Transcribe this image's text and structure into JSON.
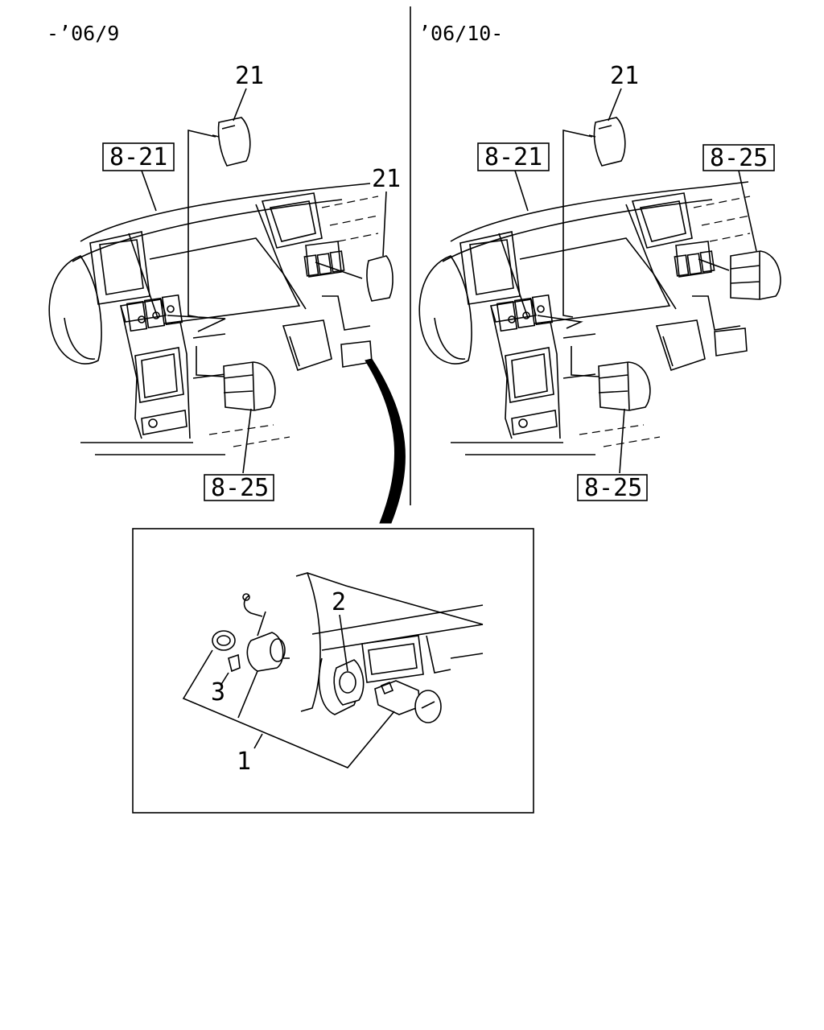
{
  "headers": {
    "left": "-’06/9",
    "right": "’06/10-"
  },
  "refs": {
    "ref_8_21": "8-21",
    "ref_8_25": "8-25"
  },
  "callouts": {
    "c21": "21",
    "c1": "1",
    "c2": "2",
    "c3": "3"
  }
}
